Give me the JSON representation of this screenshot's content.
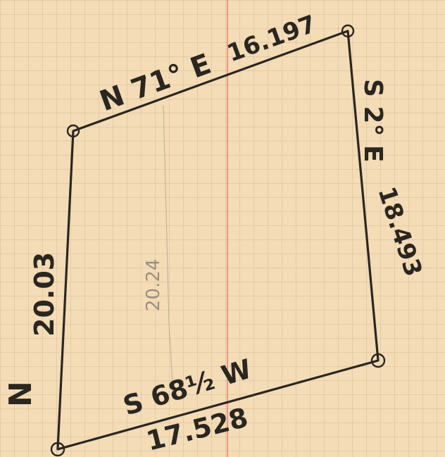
{
  "colors": {
    "paper": "#f3dcb6",
    "grid_line": "#d8b89a",
    "margin_line": "#e06a6a",
    "pencil": "#2a2620",
    "faint_pencil": "#9a9080"
  },
  "survey": {
    "north_side": {
      "bearing": "N 71° E",
      "distance": "16.197"
    },
    "east_side": {
      "bearing": "S 2° E",
      "distance": "18.493"
    },
    "south_side": {
      "bearing": "S 68½ W",
      "distance": "17.528"
    },
    "west_side": {
      "bearing": "N",
      "distance": "20.03"
    },
    "interior_note": "20.24"
  }
}
